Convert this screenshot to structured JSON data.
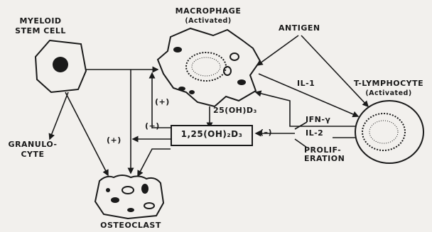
{
  "nodes": {
    "myeloid": [
      "MYELOID",
      "STEM CELL"
    ],
    "macrophage": [
      "MACROPHAGE",
      "(Activated)"
    ],
    "antigen": "ANTIGEN",
    "tlymph": [
      "T-LYMPHOCYTE",
      "(Activated)"
    ],
    "granulocyte": [
      "GRANULO-",
      "CYTE"
    ],
    "osteoclast": "OSTEOCLAST",
    "vitd_box": "1,25(OH)₂D₃"
  },
  "edge_labels": {
    "il1": "IL-1",
    "d3_25": "25(OH)D₃",
    "ifn": "IFN-γ",
    "il2": "IL-2",
    "prolif": [
      "PROLIF-",
      "ERATION"
    ],
    "plus1": "(+)",
    "plus2": "(+)",
    "plus3": "(+)",
    "minus": "(–)"
  }
}
